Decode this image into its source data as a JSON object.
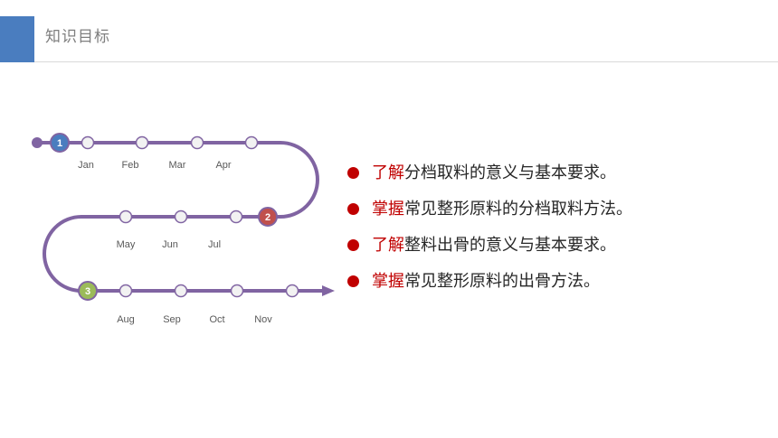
{
  "header": {
    "title": "知识目标",
    "accent_color": "#4a7dbf"
  },
  "timeline": {
    "line_color": "#8064a2",
    "node_fill": "#f2f2f2",
    "months_row1": [
      "Jan",
      "Feb",
      "Mar",
      "Apr"
    ],
    "months_row2": [
      "May",
      "Jun",
      "Jul"
    ],
    "months_row3": [
      "Aug",
      "Sep",
      "Oct",
      "Nov"
    ],
    "milestones": [
      {
        "number": "1",
        "color": "#4a7dbf"
      },
      {
        "number": "2",
        "color": "#c0504d"
      },
      {
        "number": "3",
        "color": "#9bbb59"
      }
    ]
  },
  "goals": [
    {
      "keyword": "了解",
      "text": "分档取料的意义与基本要求。"
    },
    {
      "keyword": "掌握",
      "text": "常见整形原料的分档取料方法。"
    },
    {
      "keyword": "了解",
      "text": "整料出骨的意义与基本要求。"
    },
    {
      "keyword": "掌握",
      "text": "常见整形原料的出骨方法。"
    }
  ],
  "colors": {
    "keyword": "#c00000",
    "bullet": "#c00000"
  }
}
